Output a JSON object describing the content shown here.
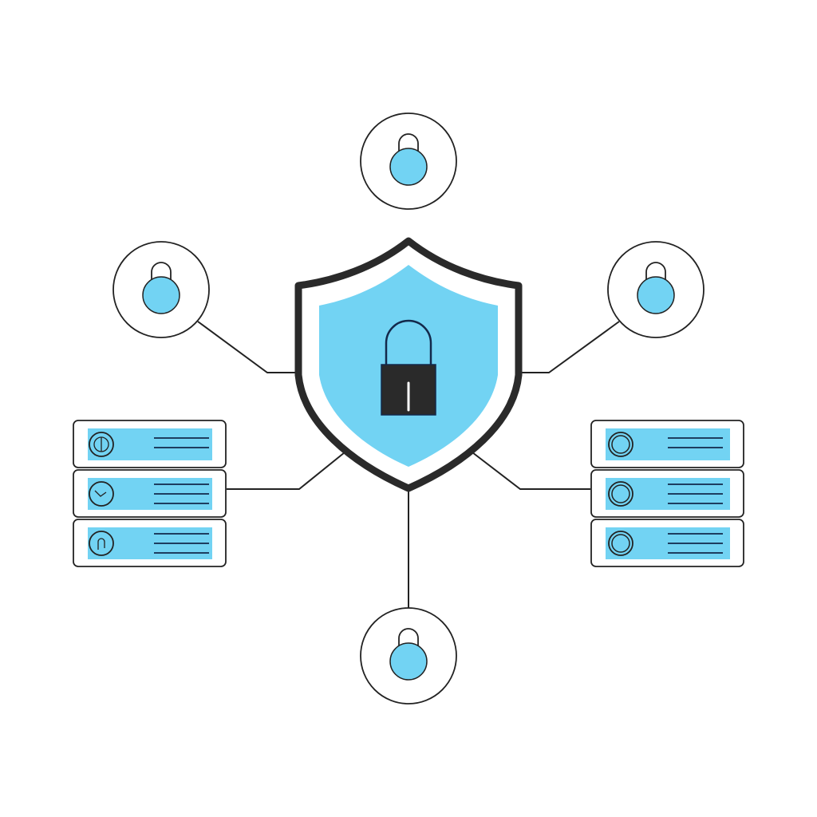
{
  "colors": {
    "accent": "#72d3f3",
    "outline": "#222222",
    "background": "#ffffff"
  },
  "center": {
    "icon": "shield-lock-icon"
  },
  "nodes": [
    {
      "icon": "padlock-icon",
      "position": "top"
    },
    {
      "icon": "padlock-icon",
      "position": "left"
    },
    {
      "icon": "padlock-icon",
      "position": "right"
    },
    {
      "icon": "padlock-icon",
      "position": "bottom"
    }
  ],
  "server_stacks": [
    {
      "side": "left",
      "rows": [
        {
          "icon": "power-icon"
        },
        {
          "icon": "gauge-icon"
        },
        {
          "icon": "fingerprint-icon"
        }
      ]
    },
    {
      "side": "right",
      "rows": [
        {
          "icon": "ring-icon"
        },
        {
          "icon": "ring-icon"
        },
        {
          "icon": "ring-icon"
        }
      ]
    }
  ]
}
